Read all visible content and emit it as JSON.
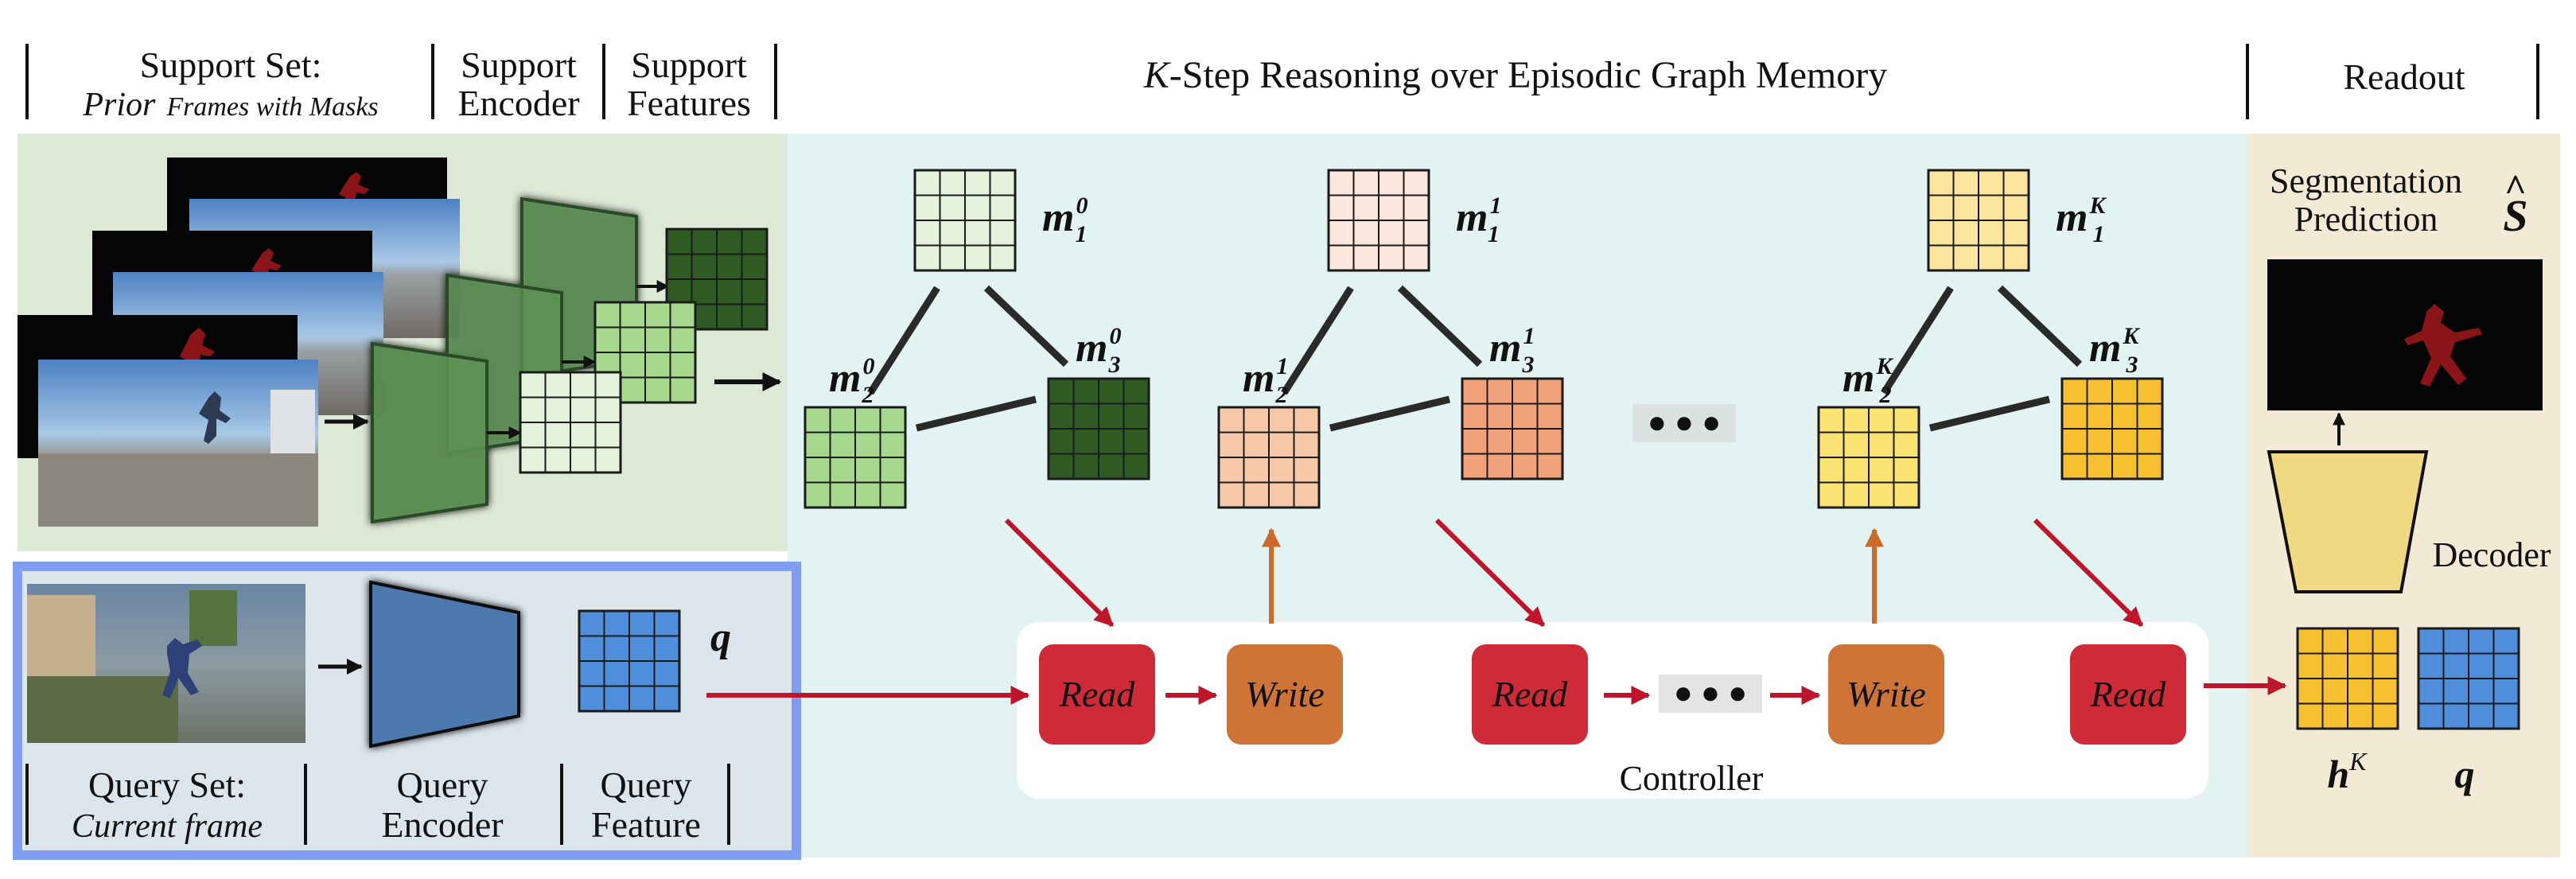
{
  "header": {
    "support_set_title": "Support Set:",
    "support_set_subtitle_word": "Prior",
    "support_set_subtitle_rest": "Frames with Masks",
    "support_encoder_line1": "Support",
    "support_encoder_line2": "Encoder",
    "support_features_line1": "Support",
    "support_features_line2": "Features",
    "reasoning_k": "K",
    "reasoning_rest": "-Step Reasoning over Episodic Graph Memory",
    "readout": "Readout"
  },
  "query": {
    "set_title": "Query Set:",
    "set_subtitle": "Current frame",
    "encoder_line1": "Query",
    "encoder_line2": "Encoder",
    "feature_line1": "Query",
    "feature_line2": "Feature",
    "symbol": "q"
  },
  "memory": {
    "base": "m",
    "graphs": [
      {
        "sup": "0",
        "nodes": [
          "1",
          "2",
          "3"
        ],
        "palette": [
          "#e4f2dc",
          "#a6d88e",
          "#2f5a24"
        ]
      },
      {
        "sup": "1",
        "nodes": [
          "1",
          "2",
          "3"
        ],
        "palette": [
          "#fbe7dc",
          "#f6c8a7",
          "#f2a27b"
        ]
      },
      {
        "sup": "K",
        "nodes": [
          "1",
          "2",
          "3"
        ],
        "palette": [
          "#fbe59c",
          "#fbe371",
          "#f6c030"
        ]
      }
    ]
  },
  "controller": {
    "label": "Controller",
    "read": "Read",
    "write": "Write",
    "ellipsis": "● ● ●"
  },
  "readout": {
    "prediction_line1": "Segmentation",
    "prediction_line2": "Prediction",
    "s_hat": "S",
    "s_hat_accent": "^",
    "decoder": "Decoder",
    "h_base": "h",
    "h_sup": "K",
    "q": "q"
  },
  "colors": {
    "support_bg": "#dde9d6",
    "reasoning_bg": "#e2f3f2",
    "readout_bg": "#f3ead5",
    "query_box_border": "#7f9ef2",
    "query_bg": "#dce4ec",
    "read_box": "#cf2a38",
    "write_box": "#cd7436",
    "arrow_red": "#c0142a",
    "arrow_orange": "#cd6a2a",
    "encoder_blue": "#4e79b1",
    "encoder_green": "#5f9455",
    "query_feature_blue": "#4f8edb",
    "decoder_yellow": "#f1d983"
  }
}
